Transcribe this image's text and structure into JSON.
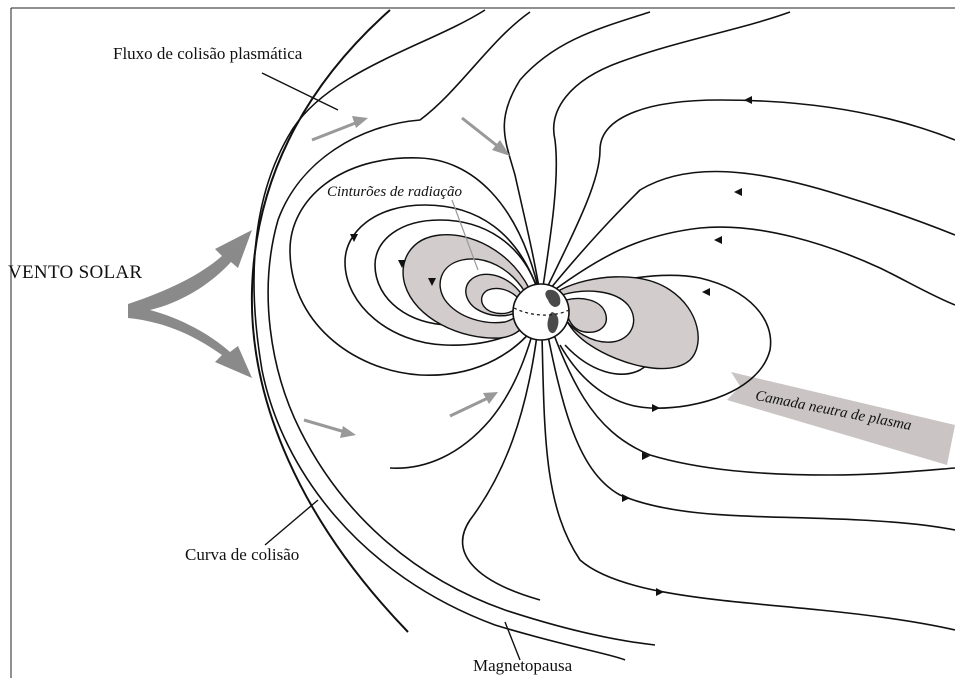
{
  "labels": {
    "bow_flow": "Fluxo de colisão plasmática",
    "solar_wind": "VENTO SOLAR",
    "radiation_belts": "Cinturões de radiação",
    "bow_shock": "Curva de colisão",
    "magnetopause": "Magnetopausa",
    "plasma_sheet": "Camada neutra de plasma"
  },
  "colors": {
    "field_lines": "#111111",
    "belt_fill": "#d3cccc",
    "flow_arrows": "#999999",
    "wind_arrow": "#8a8a8a",
    "plasma_sheet_band": "#cbc4c4"
  }
}
